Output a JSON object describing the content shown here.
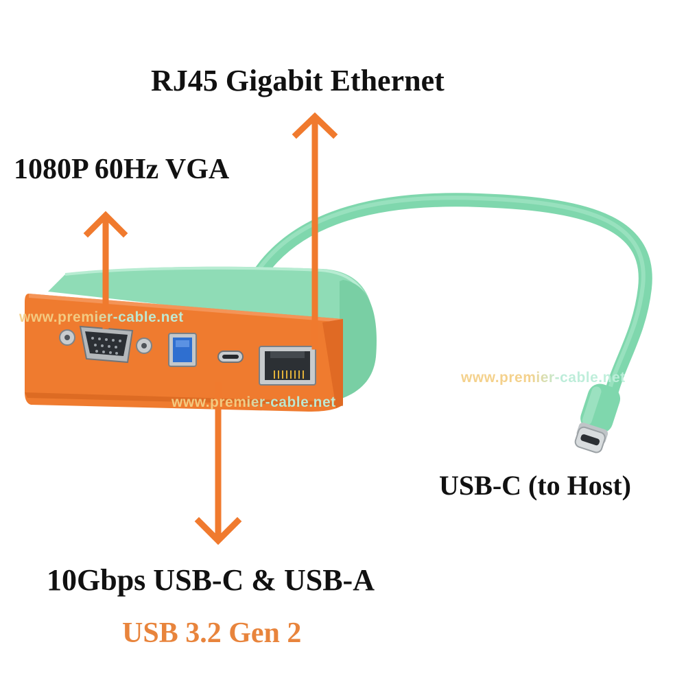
{
  "labels": {
    "rj45": "RJ45 Gigabit Ethernet",
    "vga": "1080P 60Hz VGA",
    "usb_c_host": "USB-C (to Host)",
    "usb_ports": "10Gbps USB-C & USB-A",
    "usb_gen": "USB 3.2 Gen 2"
  },
  "watermarks": {
    "text": "www.premier-cable.net"
  },
  "colors": {
    "arrow": "#f07a2e",
    "housing_orange": "#ef7b2f",
    "housing_green": "#8fdcb6",
    "cable_green": "#7fd7ad",
    "usb_gen_text": "#e8843c",
    "usb_a_blue": "#2f6fd0"
  }
}
